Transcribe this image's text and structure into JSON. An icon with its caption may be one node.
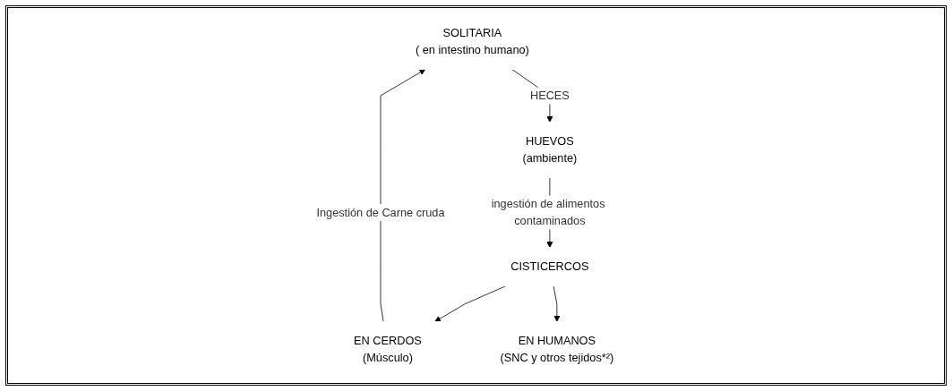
{
  "diagram": {
    "nodes": [
      {
        "text": [
          "SOLITARIA",
          "( en intestino humano)"
        ]
      },
      {
        "text": [
          "HUEVOS",
          "(ambiente)"
        ]
      },
      {
        "text": [
          "CISTICERCOS"
        ]
      },
      {
        "text": [
          "EN CERDOS",
          "(Músculo)"
        ]
      },
      {
        "text": [
          "EN HUMANOS",
          "(SNC y otros tejidos*²)"
        ]
      }
    ],
    "edges": [
      {
        "from": 0,
        "to": 1,
        "arrow": "to",
        "label": "HECES"
      },
      {
        "from": 1,
        "to": 2,
        "arrow": "to",
        "label": "ingestión de alimentos contaminados"
      },
      {
        "from": 2,
        "to": 3,
        "arrow": "to"
      },
      {
        "from": 2,
        "to": 4,
        "arrow": "to"
      },
      {
        "from": 3,
        "to": 0,
        "arrow": "to",
        "label": "Ingestión de Carne cruda"
      }
    ]
  }
}
